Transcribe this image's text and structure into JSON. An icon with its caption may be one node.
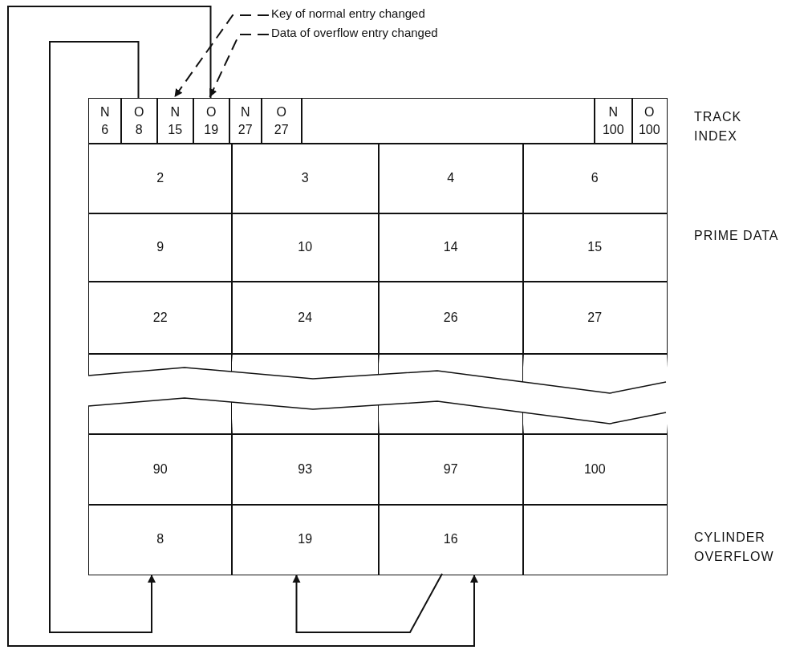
{
  "diagram": {
    "nodes": [
      {
        "text": [
          "Key of normal entry changed"
        ]
      },
      {
        "text": [
          "Data of overflow entry changed"
        ]
      },
      {
        "text": [
          "N",
          "6"
        ]
      },
      {
        "text": [
          "O",
          "8"
        ]
      },
      {
        "text": [
          "N",
          "15"
        ]
      },
      {
        "text": [
          "O",
          "19"
        ]
      },
      {
        "text": [
          "N",
          "27"
        ]
      },
      {
        "text": [
          "O",
          "27"
        ]
      },
      {
        "text": [],
        "shape": "box"
      },
      {
        "text": [
          "N",
          "100"
        ]
      },
      {
        "text": [
          "O",
          "100"
        ]
      },
      {
        "text": [
          "2"
        ]
      },
      {
        "text": [
          "3"
        ]
      },
      {
        "text": [
          "4"
        ]
      },
      {
        "text": [
          "6"
        ]
      },
      {
        "text": [
          "9"
        ]
      },
      {
        "text": [
          "10"
        ]
      },
      {
        "text": [
          "14"
        ]
      },
      {
        "text": [
          "15"
        ]
      },
      {
        "text": [
          "22"
        ]
      },
      {
        "text": [
          "24"
        ]
      },
      {
        "text": [
          "26"
        ]
      },
      {
        "text": [
          "27"
        ]
      },
      {
        "text": [],
        "shape": "box"
      },
      {
        "text": [],
        "shape": "box"
      },
      {
        "text": [],
        "shape": "box"
      },
      {
        "text": [],
        "shape": "box"
      },
      {
        "text": [],
        "shape": "box"
      },
      {
        "text": [],
        "shape": "box"
      },
      {
        "text": [],
        "shape": "box"
      },
      {
        "text": [],
        "shape": "box"
      },
      {
        "text": [
          "90"
        ]
      },
      {
        "text": [
          "93"
        ]
      },
      {
        "text": [
          "97"
        ]
      },
      {
        "text": [
          "100"
        ]
      },
      {
        "text": [
          "8"
        ]
      },
      {
        "text": [
          "19"
        ]
      },
      {
        "text": [
          "16"
        ]
      },
      {
        "text": [],
        "shape": "box"
      }
    ],
    "edges": [
      {
        "from": 0,
        "to": 4,
        "arrow": "to",
        "style": "dashed"
      },
      {
        "from": 1,
        "to": 5,
        "arrow": "to",
        "style": "dashed"
      },
      {
        "from": 3,
        "to": 35,
        "arrow": "to"
      },
      {
        "from": 5,
        "to": 37,
        "arrow": "to"
      },
      {
        "from": 37,
        "to": 36,
        "arrow": "to"
      }
    ],
    "labels": [
      "TRACK INDEX",
      "PRIME DATA",
      "CYLINDER OVERFLOW"
    ]
  }
}
